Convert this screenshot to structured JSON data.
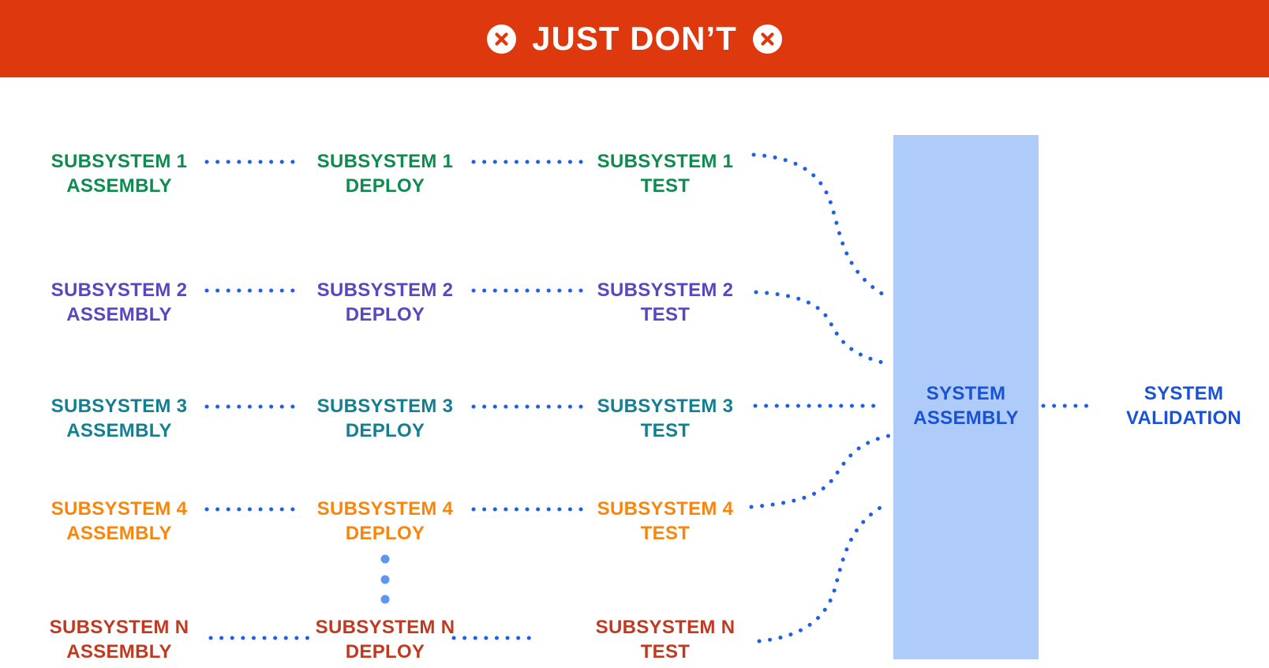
{
  "banner": {
    "title": "JUST DON’T",
    "background": "#DD380E",
    "text_color": "#FFFFFF",
    "icon": "cross-circle-icon"
  },
  "colors": {
    "connector_blue": "#2160E6",
    "ellipsis_blue": "#5C95F2",
    "assembly_box_fill": "#AECBFA",
    "system_text_blue": "#1952D6"
  },
  "rows": [
    {
      "id": "1",
      "color": "#0F8B4F",
      "assembly": {
        "line1": "SUBSYSTEM 1",
        "line2": "ASSEMBLY"
      },
      "deploy": {
        "line1": "SUBSYSTEM 1",
        "line2": "DEPLOY"
      },
      "test": {
        "line1": "SUBSYSTEM 1",
        "line2": "TEST"
      }
    },
    {
      "id": "2",
      "color": "#5847BE",
      "assembly": {
        "line1": "SUBSYSTEM 2",
        "line2": "ASSEMBLY"
      },
      "deploy": {
        "line1": "SUBSYSTEM 2",
        "line2": "DEPLOY"
      },
      "test": {
        "line1": "SUBSYSTEM 2",
        "line2": "TEST"
      }
    },
    {
      "id": "3",
      "color": "#147F91",
      "assembly": {
        "line1": "SUBSYSTEM 3",
        "line2": "ASSEMBLY"
      },
      "deploy": {
        "line1": "SUBSYSTEM 3",
        "line2": "DEPLOY"
      },
      "test": {
        "line1": "SUBSYSTEM 3",
        "line2": "TEST"
      }
    },
    {
      "id": "4",
      "color": "#F8860D",
      "assembly": {
        "line1": "SUBSYSTEM 4",
        "line2": "ASSEMBLY"
      },
      "deploy": {
        "line1": "SUBSYSTEM 4",
        "line2": "DEPLOY"
      },
      "test": {
        "line1": "SUBSYSTEM 4",
        "line2": "TEST"
      }
    },
    {
      "id": "N",
      "color": "#C03A22",
      "assembly": {
        "line1": "SUBSYSTEM N",
        "line2": "ASSEMBLY"
      },
      "deploy": {
        "line1": "SUBSYSTEM N",
        "line2": "DEPLOY"
      },
      "test": {
        "line1": "SUBSYSTEM N",
        "line2": "TEST"
      }
    }
  ],
  "system_assembly": {
    "line1": "SYSTEM",
    "line2": "ASSEMBLY"
  },
  "system_validation": {
    "line1": "SYSTEM",
    "line2": "VALIDATION"
  },
  "ellipsis_dot_count": 3
}
